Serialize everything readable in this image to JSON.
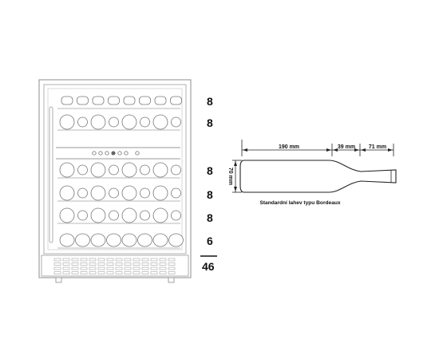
{
  "shelf_counts": [
    "8",
    "8",
    "8",
    "8",
    "8",
    "6"
  ],
  "total_bottles": "46",
  "bottle_dimensions": {
    "length_body": "190 mm",
    "length_shoulder": "39 mm",
    "length_neck": "71 mm",
    "diameter": "70 mm"
  },
  "bottle_caption": "Standardní lahev typu Bordeaux",
  "colors": {
    "line": "#222222",
    "frame": "#9a9a9a",
    "bottle_fill": "#ffffff"
  }
}
